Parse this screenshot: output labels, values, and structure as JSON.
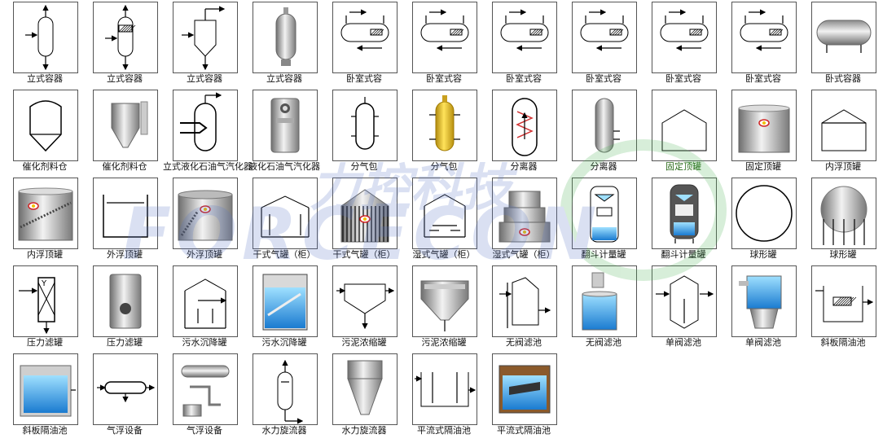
{
  "colors": {
    "border": "#555555",
    "label": "#111111",
    "label_highlight": "#2a6a1a",
    "watermark_blue": "#5a78c8",
    "watermark_green": "#48b050"
  },
  "watermark": {
    "text_cn": "力控科技",
    "text_en": "FORCECON"
  },
  "rows": [
    [
      {
        "label": "立式容器",
        "icon": "vertical-vessel-icon"
      },
      {
        "label": "立式容器",
        "icon": "vertical-vessel-packed-icon"
      },
      {
        "label": "立式容器",
        "icon": "vertical-vessel-cone-icon"
      },
      {
        "label": "立式容器",
        "icon": "vertical-vessel-3d-icon"
      },
      {
        "label": "卧室式容",
        "icon": "horizontal-vessel-icon"
      },
      {
        "label": "卧室式容",
        "icon": "horizontal-vessel-icon"
      },
      {
        "label": "卧室式容",
        "icon": "horizontal-vessel-icon"
      },
      {
        "label": "卧室式容",
        "icon": "horizontal-vessel-icon"
      },
      {
        "label": "卧室式容",
        "icon": "horizontal-vessel-icon"
      },
      {
        "label": "卧室式容",
        "icon": "horizontal-vessel-icon"
      },
      {
        "label": "卧式容器",
        "icon": "horizontal-vessel-3d-icon"
      }
    ],
    [
      {
        "label": "催化剂料仓",
        "icon": "catalyst-hopper-icon"
      },
      {
        "label": "催化剂料仓",
        "icon": "catalyst-hopper-3d-icon"
      },
      {
        "label": "立式液化石油气汽化器",
        "icon": "lpg-vaporizer-icon"
      },
      {
        "label": "液化石油气汽化器",
        "icon": "lpg-vaporizer-3d-icon"
      },
      {
        "label": "分气包",
        "icon": "gas-header-icon"
      },
      {
        "label": "分气包",
        "icon": "gas-header-3d-icon"
      },
      {
        "label": "分离器",
        "icon": "separator-icon"
      },
      {
        "label": "分离器",
        "icon": "separator-3d-icon"
      },
      {
        "label": "固定顶罐",
        "icon": "fixed-roof-tank-icon",
        "highlight": true
      },
      {
        "label": "固定顶罐",
        "icon": "fixed-roof-tank-3d-icon"
      },
      {
        "label": "内浮顶罐",
        "icon": "internal-floating-roof-tank-icon"
      }
    ],
    [
      {
        "label": "内浮顶罐",
        "icon": "internal-floating-roof-tank-3d-icon"
      },
      {
        "label": "外浮顶罐",
        "icon": "external-floating-roof-tank-icon"
      },
      {
        "label": "外浮顶罐",
        "icon": "external-floating-roof-tank-3d-icon"
      },
      {
        "label": "干式气罐（柜）",
        "icon": "dry-gas-holder-icon"
      },
      {
        "label": "干式气罐（柜）",
        "icon": "dry-gas-holder-3d-icon"
      },
      {
        "label": "湿式气罐（柜）",
        "icon": "wet-gas-holder-icon"
      },
      {
        "label": "湿式气罐（柜）",
        "icon": "wet-gas-holder-3d-icon"
      },
      {
        "label": "翻斗计量罐",
        "icon": "tipping-bucket-tank-icon"
      },
      {
        "label": "翻斗计量罐",
        "icon": "tipping-bucket-tank-3d-icon"
      },
      {
        "label": "球形罐",
        "icon": "spherical-tank-icon"
      },
      {
        "label": "球形罐",
        "icon": "spherical-tank-3d-icon"
      }
    ],
    [
      {
        "label": "压力滤罐",
        "icon": "pressure-filter-icon"
      },
      {
        "label": "压力滤罐",
        "icon": "pressure-filter-3d-icon"
      },
      {
        "label": "污水沉降罐",
        "icon": "sewage-settling-tank-icon"
      },
      {
        "label": "污水沉降罐",
        "icon": "sewage-settling-tank-3d-icon"
      },
      {
        "label": "污泥浓缩罐",
        "icon": "sludge-thickener-icon"
      },
      {
        "label": "污泥浓缩罐",
        "icon": "sludge-thickener-3d-icon"
      },
      {
        "label": "无阀滤池",
        "icon": "valveless-filter-icon"
      },
      {
        "label": "无阀滤池",
        "icon": "valveless-filter-3d-icon"
      },
      {
        "label": "单阀滤池",
        "icon": "single-valve-filter-icon"
      },
      {
        "label": "单阀滤池",
        "icon": "single-valve-filter-3d-icon"
      },
      {
        "label": "斜板隔油池",
        "icon": "inclined-plate-separator-icon"
      }
    ],
    [
      {
        "label": "斜板隔油池",
        "icon": "inclined-plate-separator-3d-icon"
      },
      {
        "label": "气浮设备",
        "icon": "air-flotation-icon"
      },
      {
        "label": "气浮设备",
        "icon": "air-flotation-3d-icon"
      },
      {
        "label": "水力旋流器",
        "icon": "hydrocyclone-icon"
      },
      {
        "label": "水力旋流器",
        "icon": "hydrocyclone-3d-icon"
      },
      {
        "label": "平流式隔油池",
        "icon": "api-separator-icon"
      },
      {
        "label": "平流式隔油池",
        "icon": "api-separator-3d-icon"
      }
    ]
  ]
}
